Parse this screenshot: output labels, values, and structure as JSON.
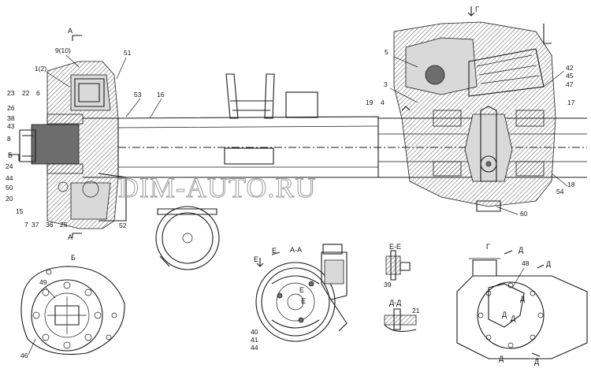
{
  "watermark": "DIM-AUTO.RU",
  "views": {
    "main": "",
    "b": "Б",
    "aa": "А-А",
    "ee": "Е-Е",
    "dd": "Д-Д",
    "g": "Г"
  },
  "section_marks": {
    "a": "А",
    "b": "Б",
    "g": "Г",
    "e": "Е",
    "d": "Д"
  },
  "callouts": [
    "1(2)",
    "9(10)",
    "51",
    "53",
    "16",
    "23",
    "22",
    "6",
    "26",
    "38",
    "43",
    "8",
    "24",
    "44",
    "50",
    "20",
    "15",
    "7",
    "37",
    "36",
    "25",
    "52",
    "3",
    "4",
    "19",
    "5",
    "42",
    "45",
    "47",
    "17",
    "18",
    "54",
    "60",
    "40",
    "41",
    "44",
    "39",
    "21",
    "48",
    "49",
    "46"
  ]
}
